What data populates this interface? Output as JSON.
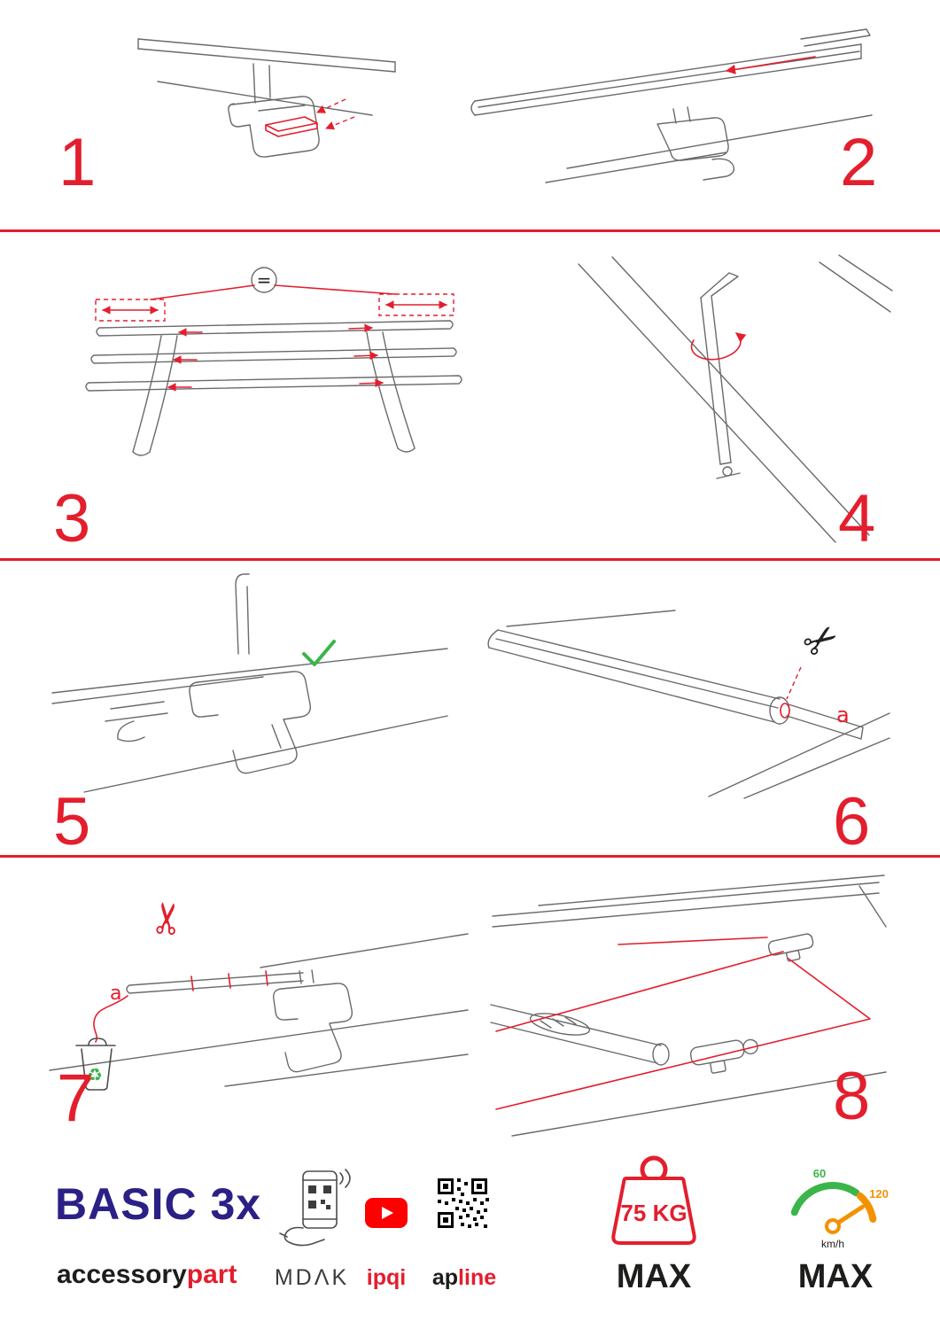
{
  "steps": [
    {
      "number": "1"
    },
    {
      "number": "2"
    },
    {
      "number": "3"
    },
    {
      "number": "4"
    },
    {
      "number": "5"
    },
    {
      "number": "6"
    },
    {
      "number": "7"
    },
    {
      "number": "8"
    }
  ],
  "labels": {
    "equal": "=",
    "scissors": "✂",
    "recycle": "♻",
    "a_step6": "a",
    "a_step7": "a"
  },
  "footer": {
    "product": "BASIC 3x",
    "brand": {
      "black": "accessory",
      "red": "part"
    },
    "partners": {
      "mdak": "MDΛK",
      "ipqi": "ipqi",
      "apline_black": "ap",
      "apline_red": "line"
    },
    "weight": {
      "value": "75 KG",
      "max": "MAX"
    },
    "speed": {
      "low": "60",
      "high": "120",
      "unit": "km/h",
      "max": "MAX"
    }
  },
  "colors": {
    "accent_red": "#e31e2d",
    "brand_blue": "#2b2086",
    "line_gray": "#6a6a6a",
    "green": "#3bb54a",
    "orange": "#f39200",
    "youtube_red": "#ff0000"
  }
}
